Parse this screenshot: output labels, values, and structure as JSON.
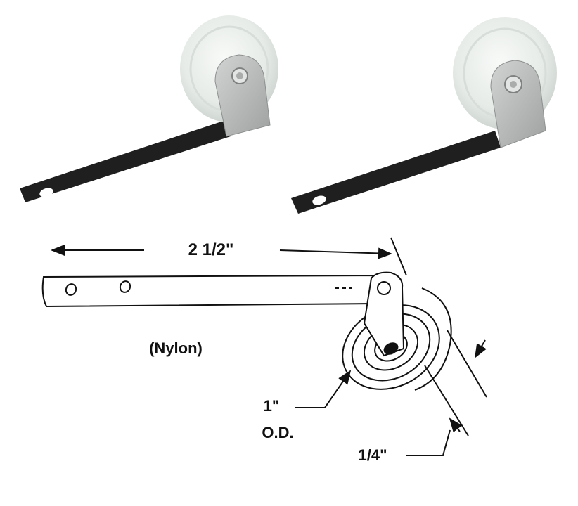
{
  "photos": [
    {
      "subject": "nylon roller with steel bracket and black strap arm",
      "icon": "roller-photo"
    },
    {
      "subject": "nylon roller with steel bracket and black strap arm",
      "icon": "roller-photo"
    }
  ],
  "diagram": {
    "length_label": "2 1/2\"",
    "material_label": "(Nylon)",
    "diameter_value": "1\"",
    "diameter_unit": "O.D.",
    "width_label": "1/4\""
  },
  "colors": {
    "nylon": "#edf1ee",
    "bracket": "#b7b9b8",
    "strap": "#1f1f1f",
    "ink": "#111111"
  }
}
